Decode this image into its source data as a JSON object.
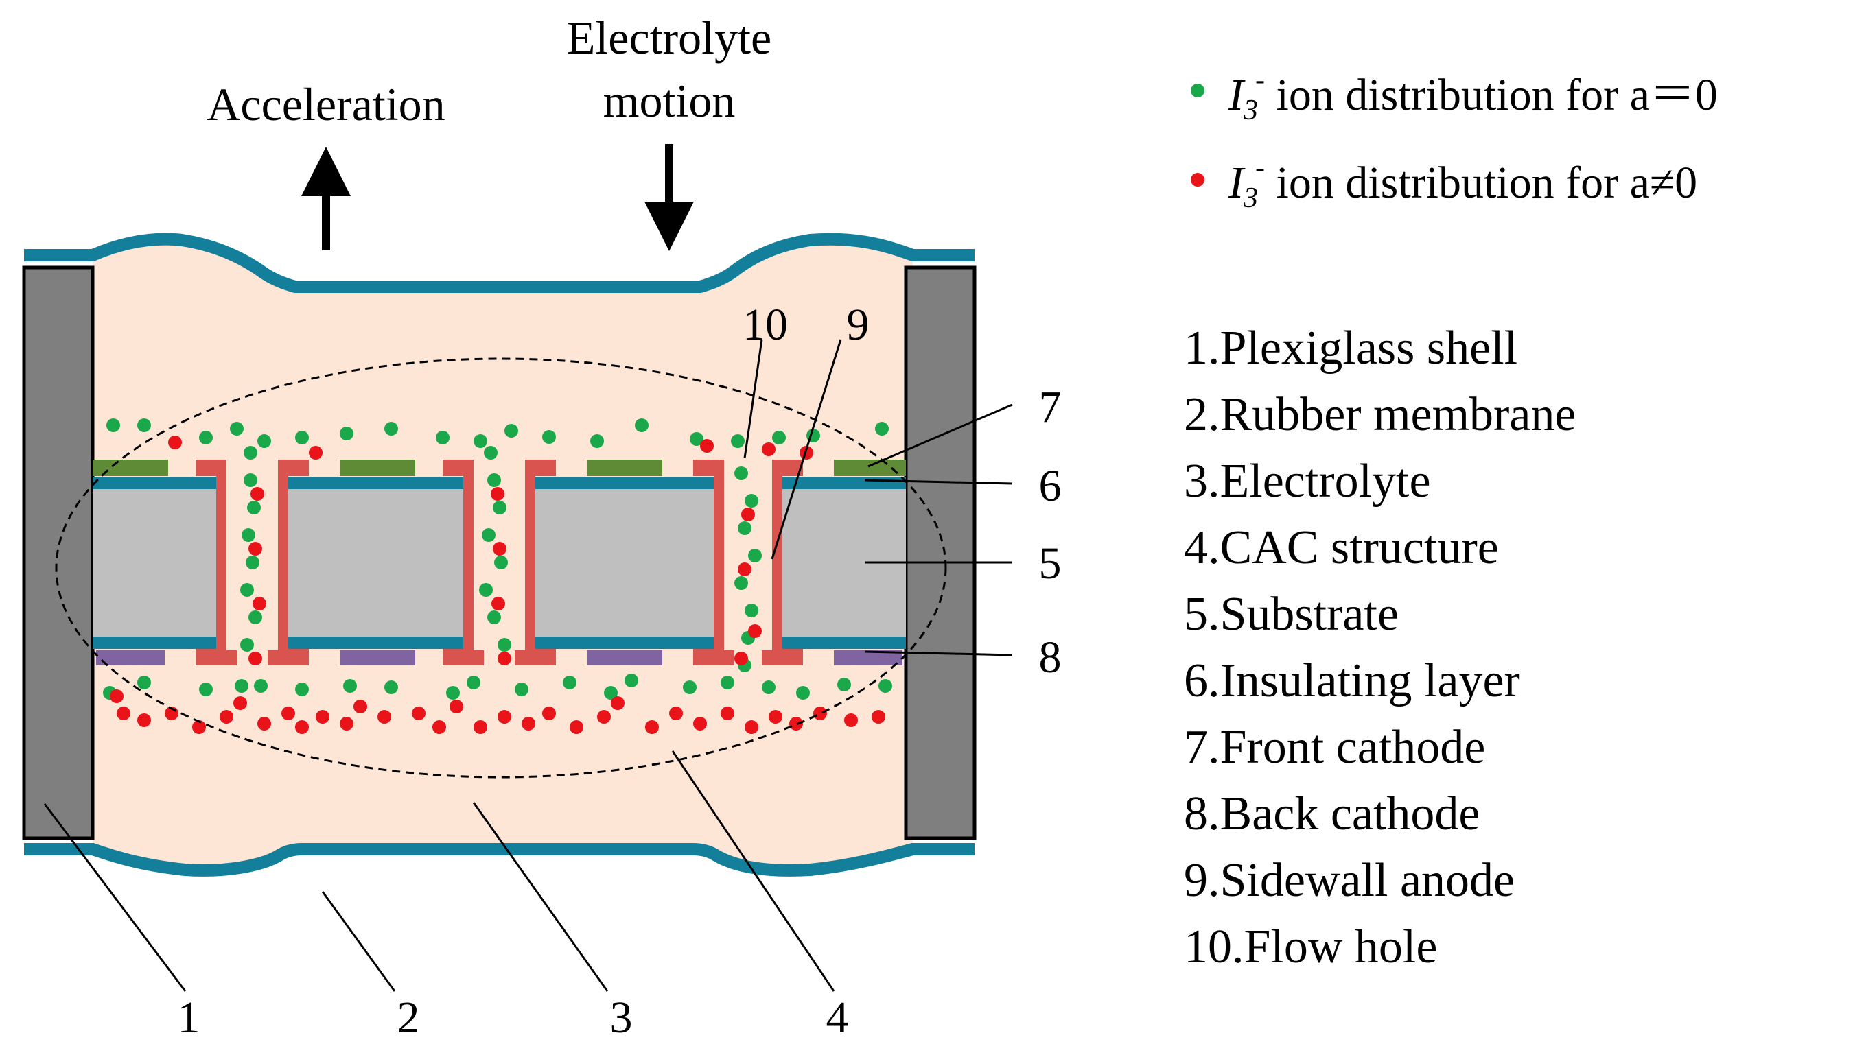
{
  "labels": {
    "acceleration": "Acceleration",
    "electrolyte_line1": "Electrolyte",
    "electrolyte_line2": "motion"
  },
  "legend": [
    {
      "symbol": "I",
      "sub": "3",
      "sup": "-",
      "text": " ion distribution for a＝0",
      "color": "#1aa84a"
    },
    {
      "symbol": "I",
      "sub": "3",
      "sup": "-",
      "text": " ion distribution for a≠0",
      "color": "#e8141a"
    }
  ],
  "components": [
    "1.Plexiglass shell",
    "2.Rubber membrane",
    "3.Electrolyte",
    "4.CAC structure",
    "5.Substrate",
    "6.Insulating layer",
    "7.Front cathode",
    "8.Back cathode",
    "9.Sidewall anode",
    "10.Flow hole"
  ],
  "callouts": [
    "1",
    "2",
    "3",
    "4",
    "5",
    "6",
    "7",
    "8",
    "9",
    "10"
  ],
  "colors": {
    "shell": "#7f7f7f",
    "membrane": "#137f9a",
    "electrolyte": "#fde6d6",
    "substrate": "#bfbfbf",
    "insulating": "#137f9a",
    "front_cathode": "#5f8a36",
    "back_cathode": "#8064a2",
    "anode": "#d9534f",
    "ion_zero": "#1aa84a",
    "ion_nonzero": "#e8141a"
  }
}
